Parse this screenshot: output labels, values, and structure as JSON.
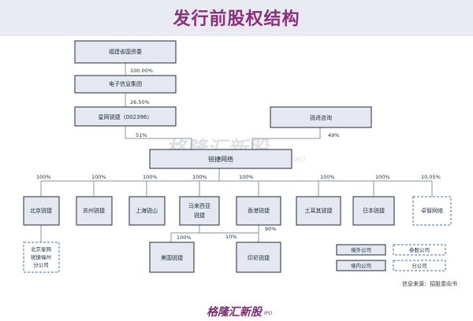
{
  "title": "发行前股权结构",
  "watermark": "格隆汇新股",
  "watermark_sub": "IPO",
  "entities": {
    "fujian_sasac": "福建省国资委",
    "dianzi_xinxi": "电子信息集团",
    "xingwang": "星网锐捷（002396）",
    "ruijin": "锐进咨询",
    "ruijie": "锐捷网络",
    "beijing": "北京锐捷",
    "suzhou": "苏州锐捷",
    "shanghai": "上海锐山",
    "malaysia": "马来西亚锐捷",
    "hongkong": "香港锐捷",
    "turkey": "土耳其锐捷",
    "japan": "日本锐捷",
    "zhuozhi": "卓智网络",
    "fuzhou_branch": "北京星网锐捷福州分公司",
    "usa": "美国锐捷",
    "indonesia": "印尼锐捷"
  },
  "percentages": {
    "sasac_to_dianzi": "100.00%",
    "dianzi_to_xingwang": "26.50%",
    "xingwang_to_ruijie": "51%",
    "ruijin_to_ruijie": "49%",
    "beijing": "100%",
    "suzhou": "100%",
    "shanghai": "100%",
    "malaysia": "100%",
    "hongkong": "100%",
    "turkey": "100%",
    "japan": "100%",
    "zhuozhi": "10.05%",
    "malaysia_to_usa": "100%",
    "malaysia_to_indonesia": "10%",
    "hongkong_to_indonesia": "90%"
  },
  "legend": {
    "overseas": "境外公司",
    "domestic": "境内公司",
    "associate": "参股公司",
    "branch": "分公司"
  },
  "source": "信息来源：招股意向书",
  "logo": "格隆汇新股",
  "logo_sub": "IPO",
  "colors": {
    "title": "#8a2f7c",
    "box_fill": "#e5e8f0",
    "dashed_border": "#4a6fa5",
    "header_bg": "#e9ebf3"
  }
}
